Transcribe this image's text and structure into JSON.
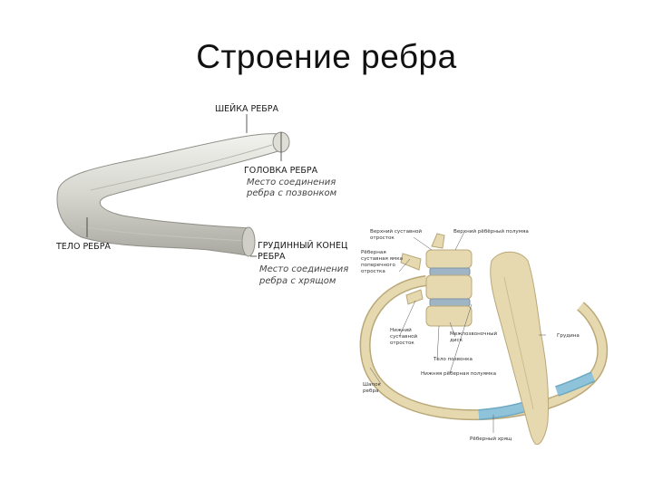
{
  "slide": {
    "title": "Строение ребра"
  },
  "figure_rib": {
    "neck_label": "ШЕЙКА РЕБРА",
    "head_label": "ГОЛОВКА РЕБРА",
    "head_note_line1": "Место соединения",
    "head_note_line2": "ребра с позвонком",
    "body_label": "ТЕЛО РЕБРА",
    "sternal_end_line1": "ГРУДИННЫЙ КОНЕЦ",
    "sternal_end_line2": "РЕБРА",
    "sternal_note_line1": "Место соединения",
    "sternal_note_line2": "ребра с хрящом"
  },
  "figure_thorax": {
    "labels": {
      "upper_process_1": "Верхний суставной",
      "upper_process_2": "отросток",
      "tubercle": "Верхний рёбёрный полумяа",
      "costal_facet_1": "Рёберная",
      "costal_facet_2": "суставная ямка",
      "costal_facet_3": "поперечного",
      "costal_facet_4": "отростка",
      "lower_process_1": "Нижний",
      "lower_process_2": "суставной",
      "lower_process_3": "отросток",
      "disc_1": "Межпозвоночный",
      "disc_2": "диск",
      "vertebral_body": "Тело позвонка",
      "lower_facet": "Нижняя рёберная полуямка",
      "sternum": "Грудина",
      "arch_1": "Шапок",
      "arch_2": "ребра",
      "cartilage": "Рёберный хрящ"
    },
    "colors": {
      "bone": "#E6D9B0",
      "bone_shadow": "#B9A878",
      "cartilage": "#8FC3D9",
      "disc": "#9FB4C4"
    }
  }
}
